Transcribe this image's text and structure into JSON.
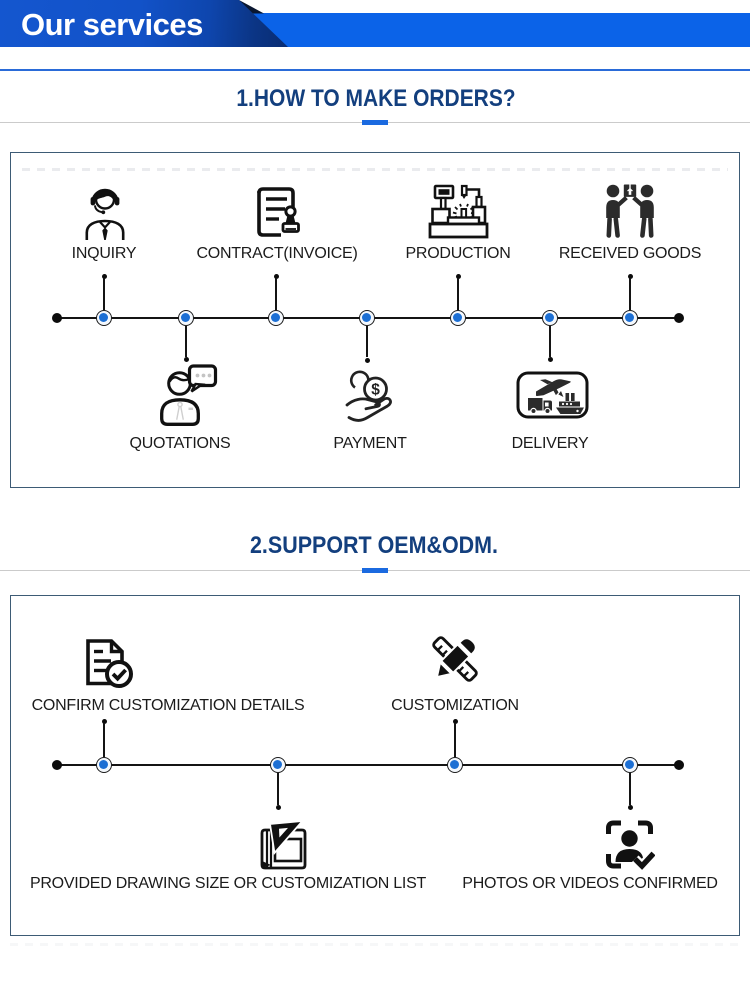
{
  "banner": {
    "title": "Our services"
  },
  "sections": {
    "one": {
      "title": "1.HOW TO MAKE ORDERS?"
    },
    "two": {
      "title": "2.SUPPORT OEM&ODM."
    }
  },
  "flow1": {
    "top": [
      {
        "label": "INQUIRY"
      },
      {
        "label": "CONTRACT(INVOICE)"
      },
      {
        "label": "PRODUCTION"
      },
      {
        "label": "RECEIVED GOODS"
      }
    ],
    "bottom": [
      {
        "label": "QUOTATIONS"
      },
      {
        "label": "PAYMENT"
      },
      {
        "label": "DELIVERY"
      }
    ]
  },
  "flow2": {
    "top": [
      {
        "label": "CONFIRM CUSTOMIZATION DETAILS"
      },
      {
        "label": "CUSTOMIZATION"
      }
    ],
    "bottom": [
      {
        "label": "PROVIDED DRAWING SIZE OR CUSTOMIZATION LIST"
      },
      {
        "label": "PHOTOS OR VIDEOS CONFIRMED"
      }
    ]
  },
  "colors": {
    "band_blue": "#0b63e8",
    "flag_dark_blue": "#0c3a96",
    "title_navy": "#133f7e",
    "tab_blue": "#1b6ae0",
    "node_blue": "#1c6fd4",
    "box_border": "#3d5b75"
  }
}
